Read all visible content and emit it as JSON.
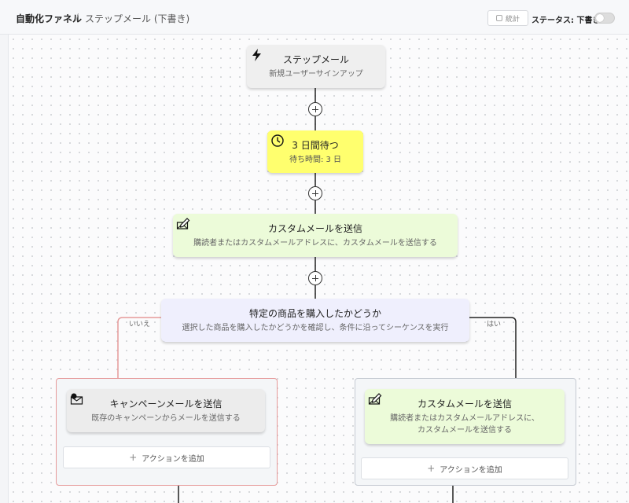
{
  "breadcrumb": {
    "root": "自動化ファネル",
    "separator": "/",
    "page": "ステップメール (下書き)"
  },
  "header": {
    "stats_label": "統計",
    "status_label": "ステータス:",
    "status_value": "下書き"
  },
  "nodes": {
    "trigger": {
      "title": "ステップメール",
      "subtitle": "新規ユーザーサインアップ",
      "icon": "lightning-icon"
    },
    "wait": {
      "title": "3 日間待つ",
      "subtitle": "待ち時間: 3 日",
      "icon": "clock-icon"
    },
    "custom_mail": {
      "title": "カスタムメールを送信",
      "subtitle": "購読者またはカスタムメールアドレスに、カスタムメールを送信する",
      "icon": "pencil-envelope-icon"
    },
    "condition": {
      "title": "特定の商品を購入したかどうか",
      "subtitle": "選択した商品を購入したかどうかを確認し、条件に沿ってシーケンスを実行"
    }
  },
  "branches": {
    "no": {
      "label": "いいえ",
      "node": {
        "title": "キャンペーンメールを送信",
        "subtitle": "既存のキャンペーンからメールを送信する",
        "icon": "campaign-envelope-icon"
      },
      "add_action": "アクションを追加"
    },
    "yes": {
      "label": "はい",
      "node": {
        "title": "カスタムメールを送信",
        "subtitle_line1": "購読者またはカスタムメールアドレスに、",
        "subtitle_line2": "カスタムメールを送信する",
        "icon": "pencil-envelope-icon"
      },
      "add_action": "アクションを追加"
    }
  },
  "colors": {
    "wait_node": "#ffff6e",
    "mail_node": "#ecfbd9",
    "condition_node": "#efeffd",
    "no_branch": "#e69a9a",
    "yes_branch": "#c5cad2"
  }
}
